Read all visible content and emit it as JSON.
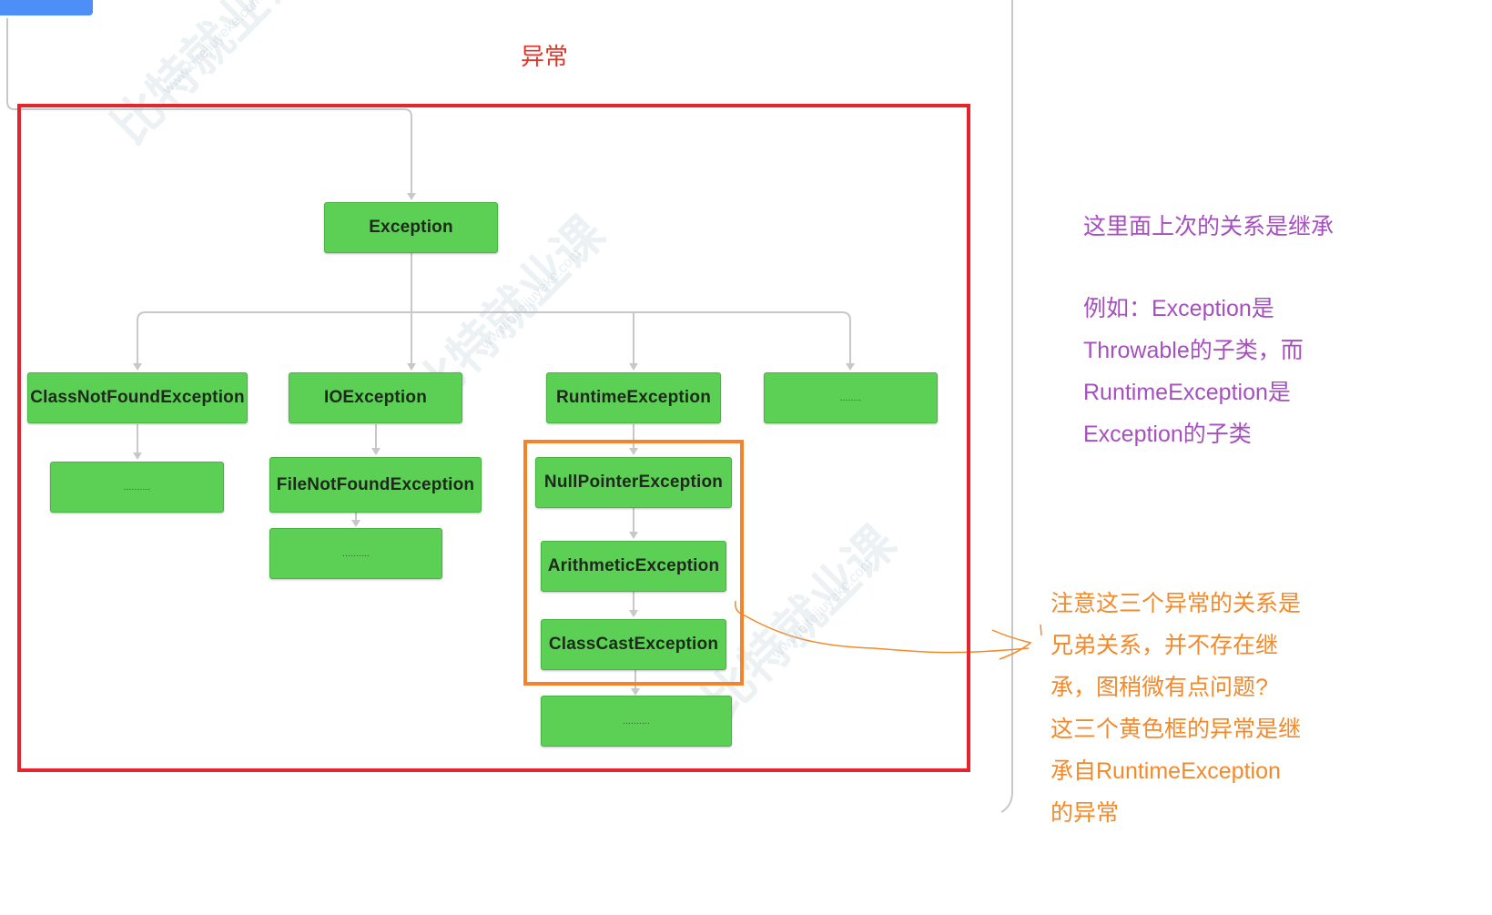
{
  "title": "异常",
  "diagram": {
    "root": "Exception",
    "children": [
      "ClassNotFoundException",
      "IOException",
      "RuntimeException",
      "........"
    ],
    "class_not_found_child": "..........",
    "io_child": "FileNotFoundException",
    "file_not_found_child": "..........",
    "runtime_children": [
      "NullPointerException",
      "ArithmeticException",
      "ClassCastException"
    ],
    "runtime_more": ".........."
  },
  "notes": {
    "purple_line1": "这里面上次的关系是继承",
    "purple_example": [
      "例如：Exception是",
      "Throwable的子类，而",
      "RuntimeException是",
      "Exception的子类"
    ],
    "orange": [
      "注意这三个异常的关系是",
      "兄弟关系，并不存在继",
      "承，图稍微有点问题?",
      "这三个黄色框的异常是继",
      "承自RuntimeException",
      "的异常"
    ]
  },
  "watermark": {
    "text": "比特就业课",
    "url": "www.bitejiuyeke.com"
  },
  "colors": {
    "node_fill": "#5ccf55",
    "red_frame": "#e4252d",
    "orange_frame": "#f5832a",
    "title": "#e0362a",
    "purple_note": "#a64fbf",
    "orange_note": "#f28a2c"
  }
}
